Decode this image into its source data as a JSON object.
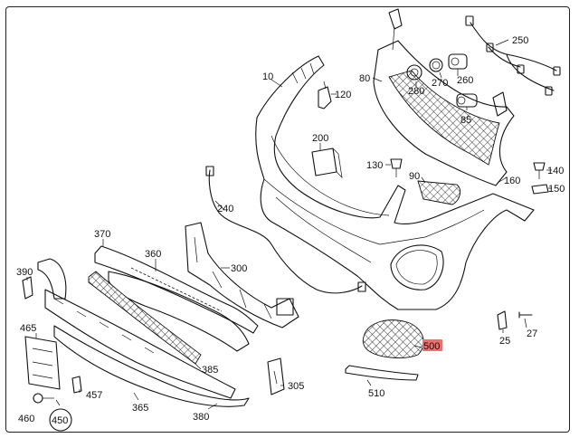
{
  "diagram": {
    "callouts": [
      {
        "id": "c10",
        "text": "10"
      },
      {
        "id": "c80",
        "text": "80"
      },
      {
        "id": "c120",
        "text": "120"
      },
      {
        "id": "c250",
        "text": "250"
      },
      {
        "id": "c280",
        "text": "280"
      },
      {
        "id": "c270",
        "text": "270"
      },
      {
        "id": "c260",
        "text": "260"
      },
      {
        "id": "c85",
        "text": "85"
      },
      {
        "id": "c200",
        "text": "200"
      },
      {
        "id": "c130",
        "text": "130"
      },
      {
        "id": "c90",
        "text": "90"
      },
      {
        "id": "c160",
        "text": "160"
      },
      {
        "id": "c140",
        "text": "140"
      },
      {
        "id": "c150",
        "text": "150"
      },
      {
        "id": "c240",
        "text": "240"
      },
      {
        "id": "c370",
        "text": "370"
      },
      {
        "id": "c360",
        "text": "360"
      },
      {
        "id": "c300",
        "text": "300"
      },
      {
        "id": "c390",
        "text": "390"
      },
      {
        "id": "c465",
        "text": "465"
      },
      {
        "id": "c385",
        "text": "385"
      },
      {
        "id": "c305",
        "text": "305"
      },
      {
        "id": "c457",
        "text": "457"
      },
      {
        "id": "c460",
        "text": "460"
      },
      {
        "id": "c450",
        "text": "450"
      },
      {
        "id": "c365",
        "text": "365"
      },
      {
        "id": "c380",
        "text": "380"
      },
      {
        "id": "c510",
        "text": "510"
      },
      {
        "id": "c500",
        "text": "500"
      },
      {
        "id": "c25",
        "text": "25"
      },
      {
        "id": "c27",
        "text": "27"
      }
    ],
    "highlighted_callout": "500",
    "highlight_color": "#e8706f"
  }
}
